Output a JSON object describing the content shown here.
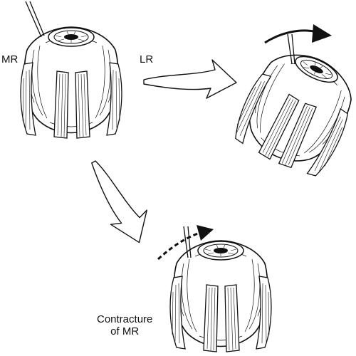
{
  "labels": {
    "mr": "MR",
    "lr": "LR",
    "caption_line1": "Contracture",
    "caption_line2": "of MR"
  },
  "colors": {
    "ink": "#111111",
    "background": "#ffffff"
  },
  "panels": [
    {
      "id": "neutral-eye",
      "rotation_deg": 0
    },
    {
      "id": "rotated-eye",
      "rotation_deg": 25
    },
    {
      "id": "contracture-eye",
      "rotation_deg": 0
    }
  ]
}
